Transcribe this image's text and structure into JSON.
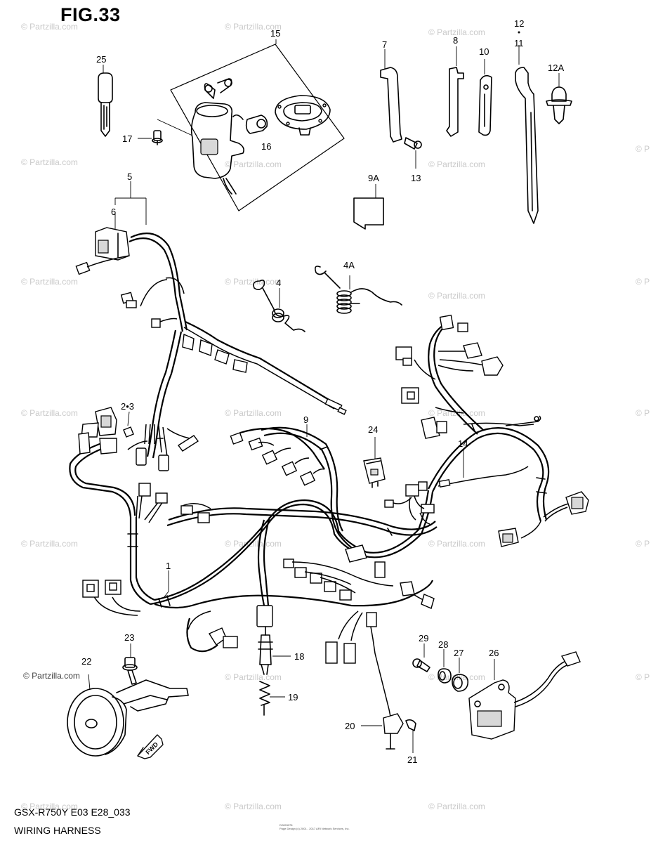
{
  "figure_title": "FIG.33",
  "model_code": "GSX-R750Y E03 E28_033",
  "diagram_title": "WIRING HARNESS",
  "watermark": "© Partzilla.com",
  "copyright_note": "© Partzilla.com",
  "small_print": {
    "line1": "D2653078",
    "line2": "Page Design (c) 2001 - 2017 ARI Network Services, Inc."
  },
  "fwd_label": "FWD",
  "callouts": [
    "25",
    "15",
    "17",
    "16",
    "7",
    "8",
    "10",
    "12",
    "11",
    "12A",
    "13",
    "9A",
    "5",
    "6",
    "4",
    "4A",
    "2•3",
    "9",
    "24",
    "14",
    "1",
    "23",
    "22",
    "18",
    "19",
    "29",
    "28",
    "27",
    "26",
    "20",
    "21"
  ]
}
